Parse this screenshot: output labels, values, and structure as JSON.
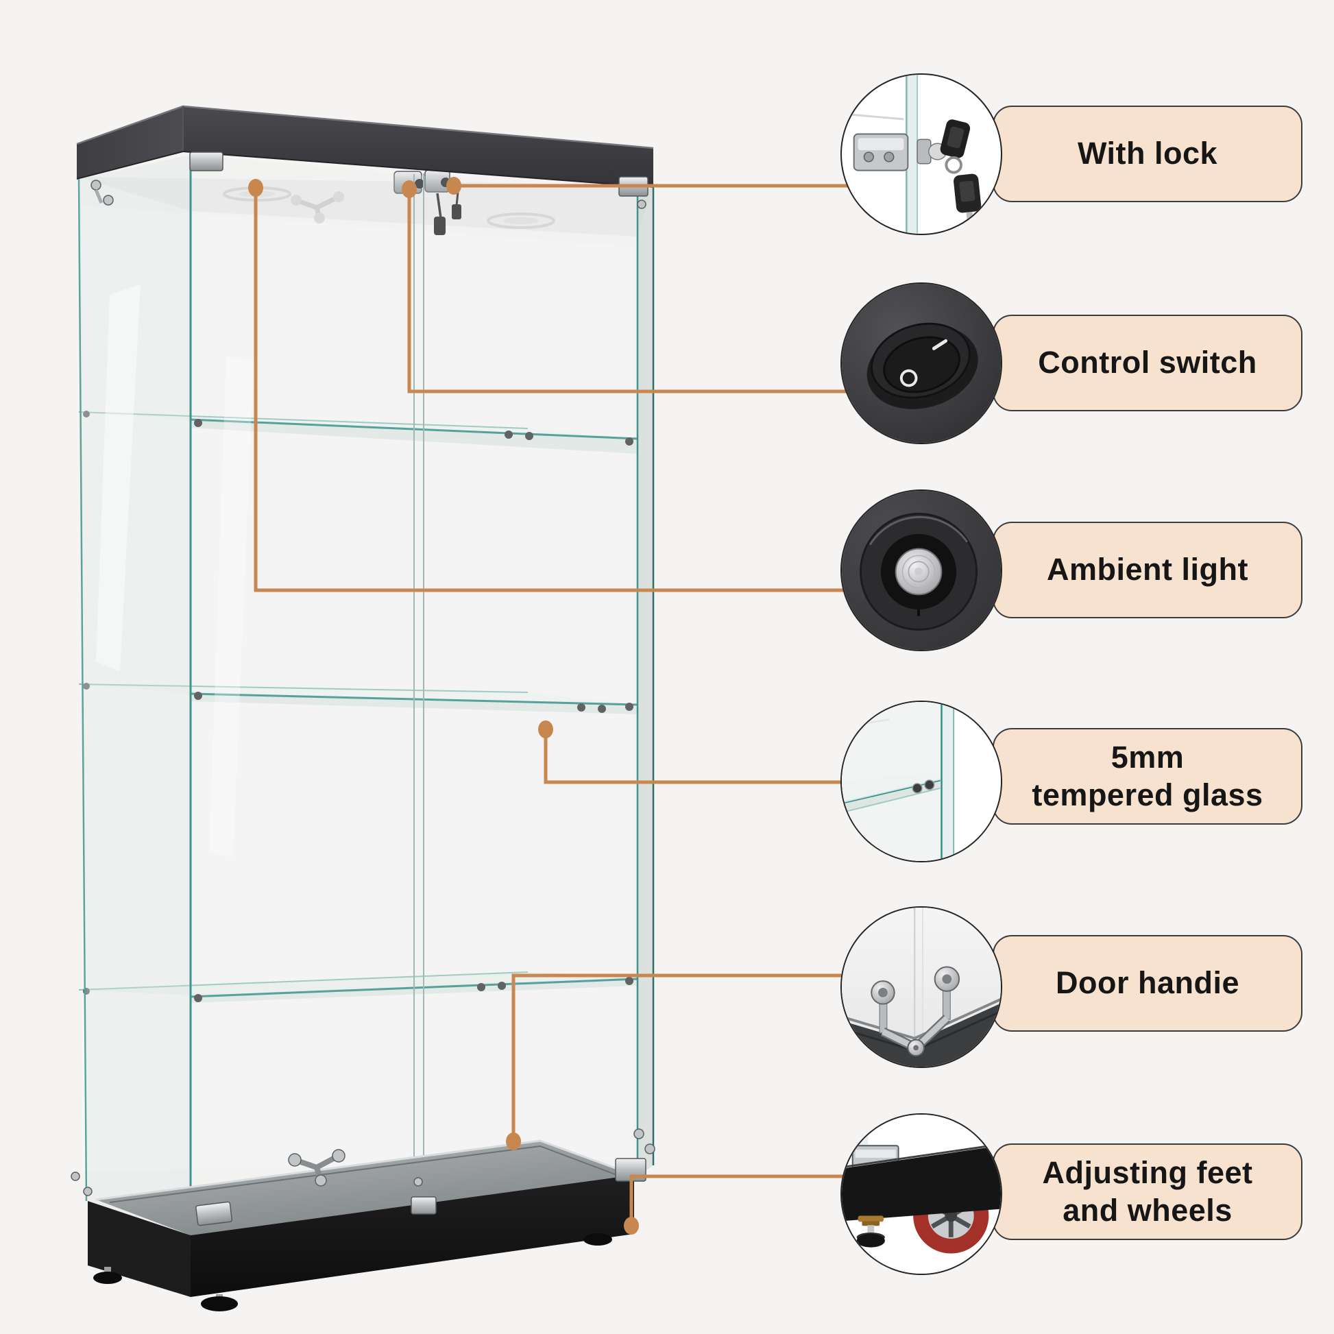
{
  "page": {
    "type": "product-feature-infographic",
    "subject": "glass display cabinet with black top and base"
  },
  "callouts": [
    {
      "id": "lock",
      "label": "With lock",
      "icon": "lock-and-keys-photo"
    },
    {
      "id": "control-switch",
      "label": "Control switch",
      "icon": "rocker-switch-photo"
    },
    {
      "id": "ambient-light",
      "label": "Ambient light",
      "icon": "spotlight-photo"
    },
    {
      "id": "tempered-glass",
      "label": "5mm\ntempered glass",
      "icon": "glass-shelf-photo"
    },
    {
      "id": "door-handle",
      "label": "Door handie",
      "icon": "door-handle-photo"
    },
    {
      "id": "adjusting-feet",
      "label": "Adjusting feet\nand wheels",
      "icon": "feet-and-wheel-photo"
    }
  ],
  "colors": {
    "background": "#f5f4f2",
    "accent_leader_line": "#c8874f",
    "label_background": "#f7e2cf",
    "label_border": "#3c3c3c",
    "label_text": "#161616",
    "cabinet_top": "#3a393c",
    "cabinet_base": "#141415",
    "glass_edge_teal": "#2e8d84",
    "wheel_red": "#a33029"
  }
}
